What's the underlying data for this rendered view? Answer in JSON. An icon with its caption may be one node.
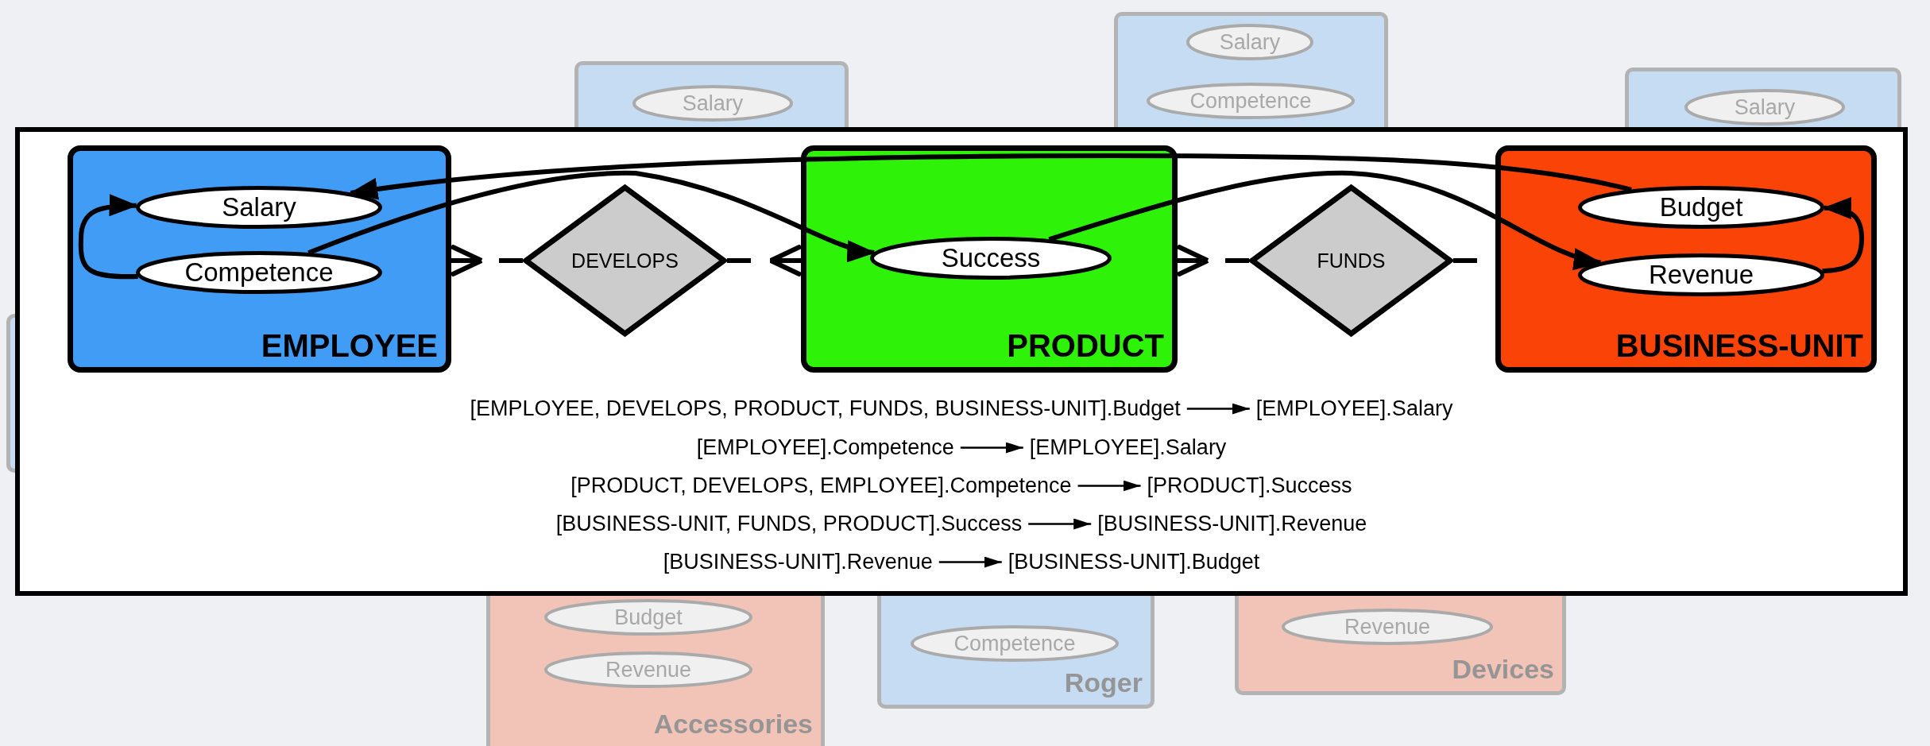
{
  "diagram": {
    "nodes": [
      {
        "text": [],
        "shape": "box"
      },
      {
        "text": [
          "EMPLOYEE"
        ],
        "in": 0
      },
      {
        "text": [
          "Salary"
        ],
        "in": 1
      },
      {
        "text": [
          "Competence"
        ],
        "in": 1
      },
      {
        "text": [
          "DEVELOPS"
        ],
        "in": 0
      },
      {
        "text": [
          "PRODUCT"
        ],
        "in": 0
      },
      {
        "text": [
          "Success"
        ],
        "in": 5
      },
      {
        "text": [
          "FUNDS"
        ],
        "in": 0
      },
      {
        "text": [
          "BUSINESS-UNIT"
        ],
        "in": 0
      },
      {
        "text": [
          "Budget"
        ],
        "in": 8
      },
      {
        "text": [
          "Revenue"
        ],
        "in": 8
      },
      {
        "text": [],
        "shape": "box"
      },
      {
        "text": [
          "Salary"
        ],
        "in": 11
      },
      {
        "text": [],
        "shape": "box"
      },
      {
        "text": [
          "Salary"
        ],
        "in": 13
      },
      {
        "text": [
          "Competence"
        ],
        "in": 13
      },
      {
        "text": [],
        "shape": "box"
      },
      {
        "text": [
          "Salary"
        ],
        "in": 16
      },
      {
        "text": [],
        "shape": "box"
      },
      {
        "text": [
          "Accessories"
        ]
      },
      {
        "text": [
          "Budget"
        ],
        "in": 19
      },
      {
        "text": [
          "Revenue"
        ],
        "in": 19
      },
      {
        "text": [
          "Roger"
        ]
      },
      {
        "text": [
          "Competence"
        ],
        "in": 22
      },
      {
        "text": [
          "Devices"
        ]
      },
      {
        "text": [
          "Revenue"
        ],
        "in": 24
      },
      {
        "text": [
          "[EMPLOYEE, DEVELOPS, PRODUCT, FUNDS, BUSINESS-UNIT].Budget"
        ],
        "in": 0
      },
      {
        "text": [
          "[EMPLOYEE].Salary"
        ],
        "in": 0
      },
      {
        "text": [
          "[EMPLOYEE].Competence"
        ],
        "in": 0
      },
      {
        "text": [
          "[EMPLOYEE].Salary"
        ],
        "in": 0
      },
      {
        "text": [
          "[PRODUCT, DEVELOPS, EMPLOYEE].Competence"
        ],
        "in": 0
      },
      {
        "text": [
          "[PRODUCT].Success"
        ],
        "in": 0
      },
      {
        "text": [
          "[BUSINESS-UNIT, FUNDS, PRODUCT].Success"
        ],
        "in": 0
      },
      {
        "text": [
          "[BUSINESS-UNIT].Revenue"
        ],
        "in": 0
      },
      {
        "text": [
          "[BUSINESS-UNIT].Revenue"
        ],
        "in": 0
      },
      {
        "text": [
          "[BUSINESS-UNIT].Budget"
        ],
        "in": 0
      }
    ],
    "edges": [
      {
        "from": 9,
        "to": 2,
        "arrow": "to"
      },
      {
        "from": 3,
        "to": 2,
        "arrow": "to"
      },
      {
        "from": 3,
        "to": 6,
        "arrow": "to"
      },
      {
        "from": 6,
        "to": 10,
        "arrow": "to"
      },
      {
        "from": 10,
        "to": 9,
        "arrow": "to"
      },
      {
        "from": 4,
        "to": 1,
        "arrow": "other",
        "style": "dashed"
      },
      {
        "from": 4,
        "to": 5,
        "arrow": "other",
        "style": "dashed"
      },
      {
        "from": 7,
        "to": 5,
        "arrow": "other",
        "style": "dashed"
      },
      {
        "from": 7,
        "to": 8,
        "arrow": "none",
        "style": "dashed"
      },
      {
        "from": 26,
        "to": 27,
        "arrow": "to"
      },
      {
        "from": 28,
        "to": 29,
        "arrow": "to"
      },
      {
        "from": 30,
        "to": 31,
        "arrow": "to"
      },
      {
        "from": 32,
        "to": 33,
        "arrow": "to"
      },
      {
        "from": 34,
        "to": 35,
        "arrow": "to"
      }
    ]
  }
}
